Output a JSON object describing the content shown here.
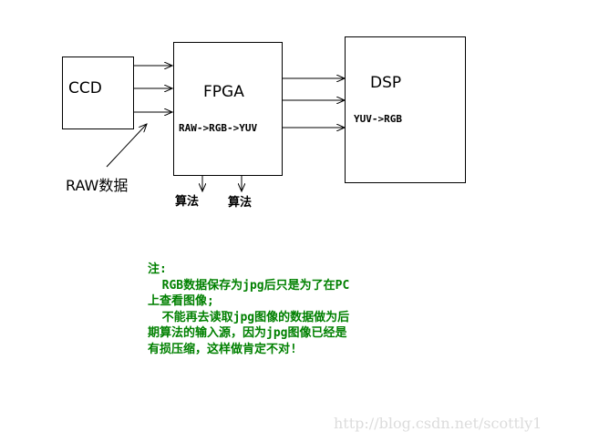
{
  "blocks": {
    "ccd": "CCD",
    "fpga": "FPGA",
    "dsp": "DSP"
  },
  "labels": {
    "raw_data": "RAW数据",
    "fpga_pipeline": "RAW->RGB->YUV",
    "dsp_convert": "YUV->RGB",
    "algo_1": "算法",
    "algo_2": "算法"
  },
  "note": {
    "lines": [
      "注:",
      "  RGB数据保存为jpg后只是为了在PC",
      "上查看图像;",
      "  不能再去读取jpg图像的数据做为后",
      "期算法的输入源，因为jpg图像已经是",
      "有损压缩，这样做肯定不对!"
    ]
  },
  "watermark": "http://blog.csdn.net/scottly1",
  "colors": {
    "note": "#008000",
    "line": "#000000",
    "watermark": "#dcdcdc"
  }
}
